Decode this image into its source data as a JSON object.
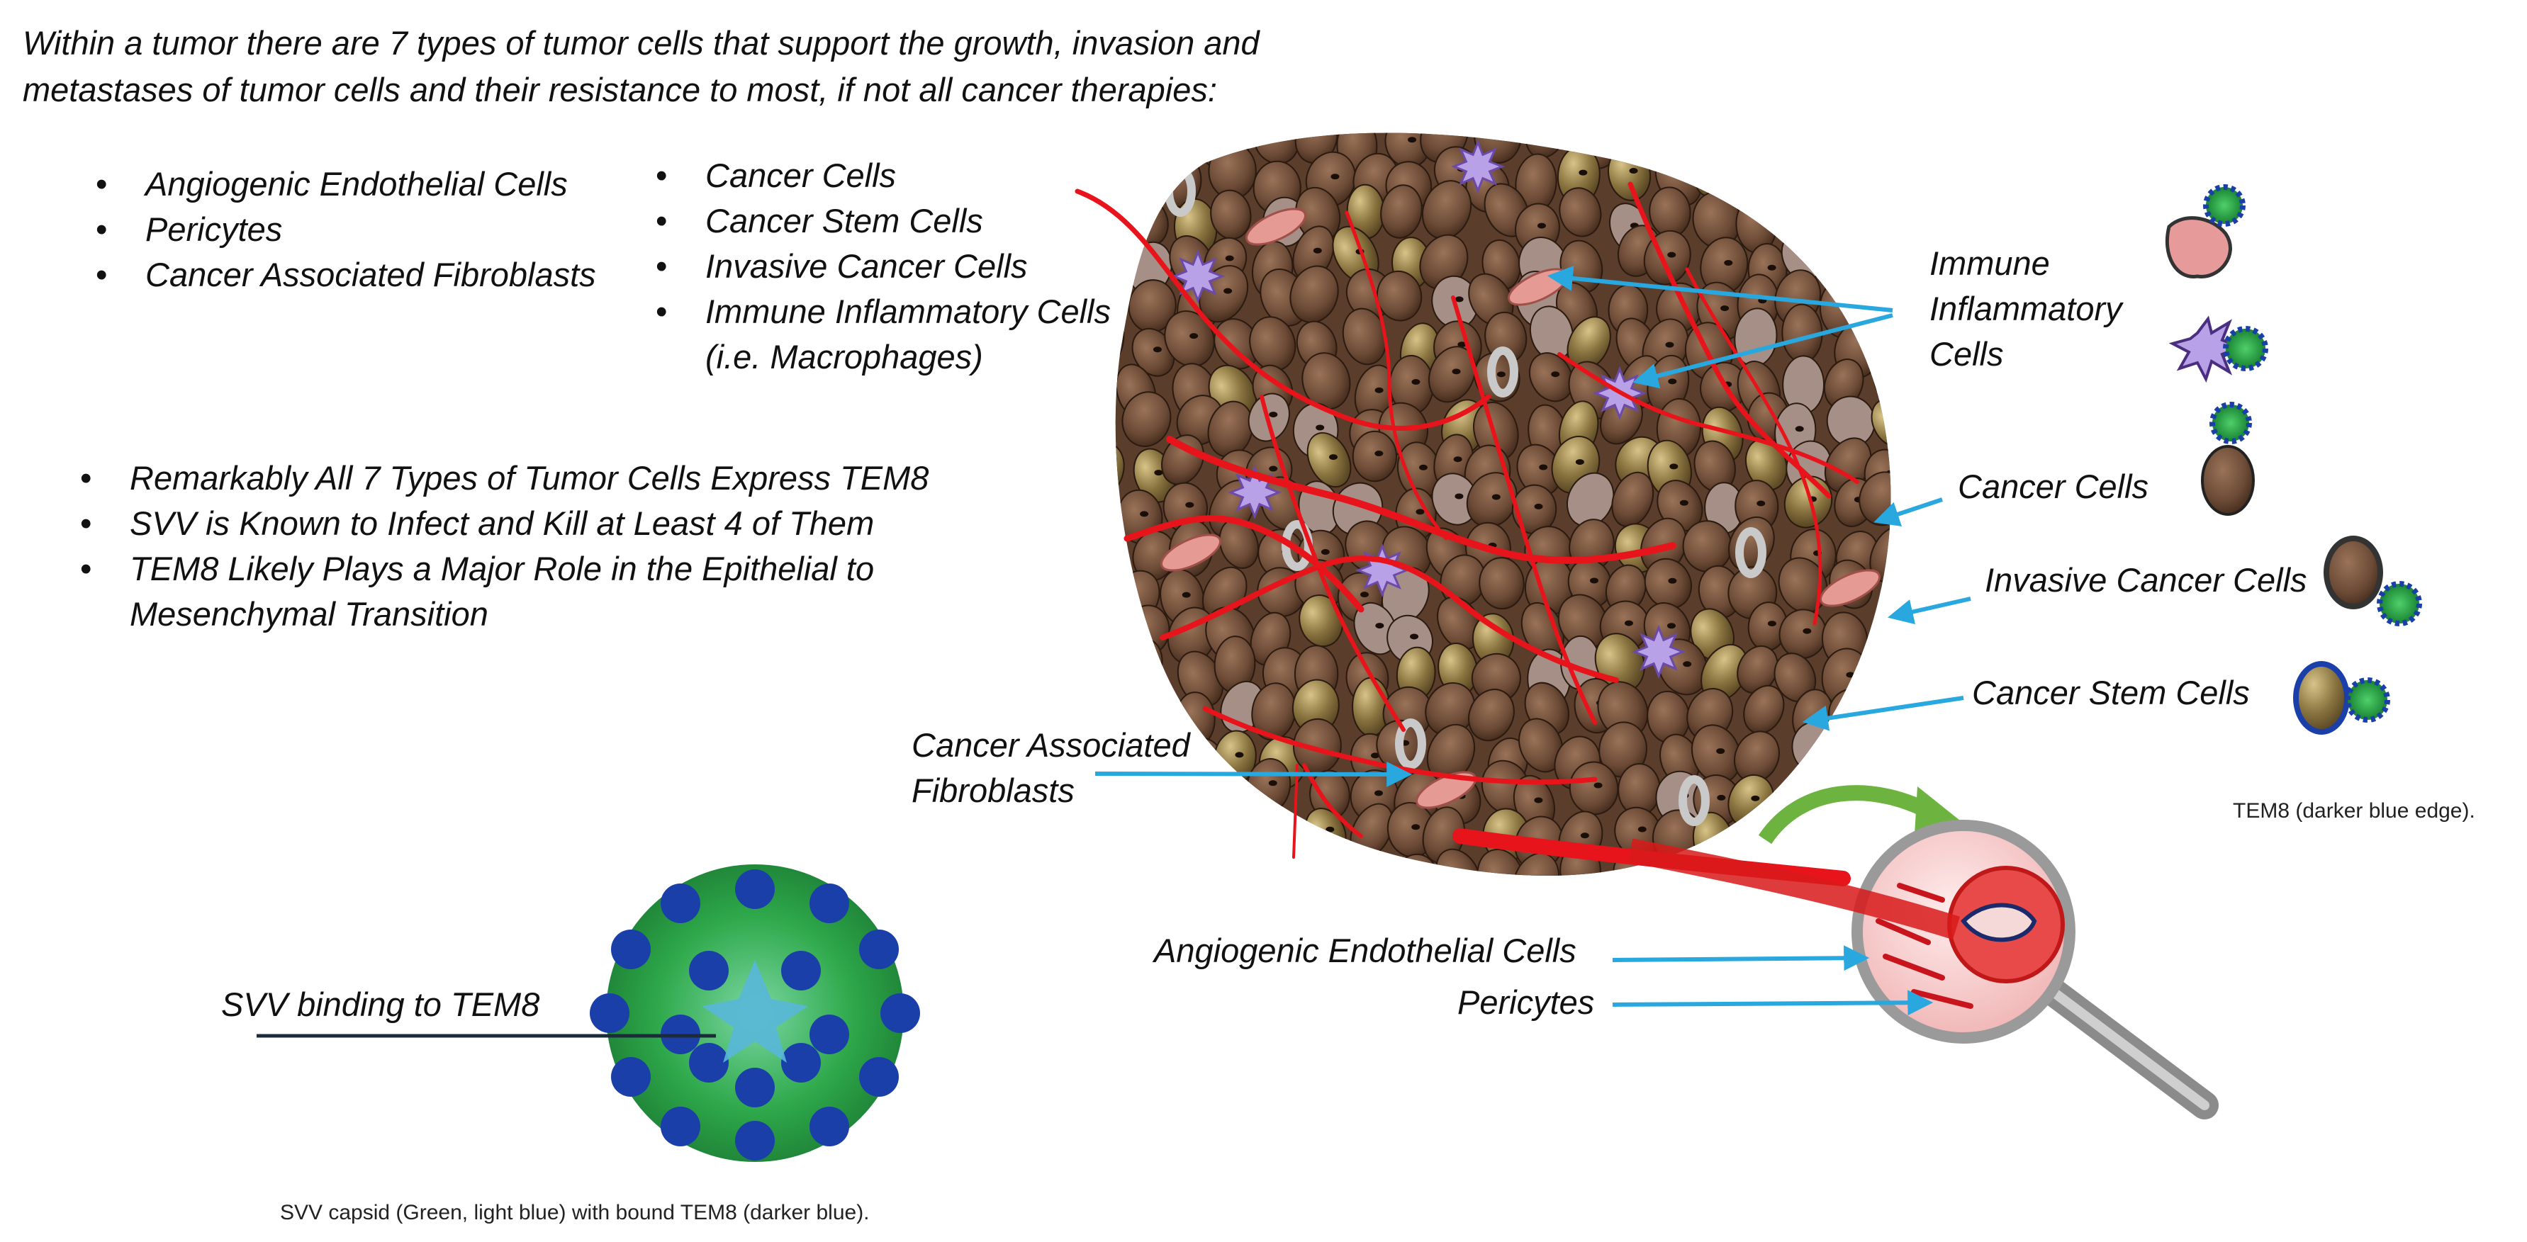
{
  "intro": {
    "line1": "Within a tumor there are 7 types of tumor cells that support the growth, invasion and",
    "line2": "metastases of tumor cells and their resistance to most, if not all cancer therapies:"
  },
  "list_left": [
    "Angiogenic Endothelial Cells",
    "Pericytes",
    "Cancer Associated Fibroblasts"
  ],
  "list_right": [
    "Cancer Cells",
    "Cancer Stem Cells",
    "Invasive Cancer Cells",
    "Immune Inflammatory Cells",
    "(i.e. Macrophages)"
  ],
  "list_bottom": [
    "Remarkably All 7 Types of Tumor Cells Express TEM8",
    "SVV is Known to Infect and Kill at Least 4 of Them",
    "TEM8 Likely Plays a Major Role in the Epithelial to",
    "Mesenchymal Transition"
  ],
  "bullet": "•",
  "labels": {
    "immune_1": "Immune",
    "immune_2": "Inflammatory",
    "immune_3": "Cells",
    "cancer_cells": "Cancer Cells",
    "invasive": "Invasive Cancer Cells",
    "stem": "Cancer Stem Cells",
    "caf_1": "Cancer Associated",
    "caf_2": "Fibroblasts",
    "angio": "Angiogenic Endothelial Cells",
    "pericytes": "Pericytes",
    "svv_binding": "SVV binding to TEM8"
  },
  "captions": {
    "tem8_edge": "TEM8 (darker blue edge).",
    "capsid": "SVV capsid (Green, light blue) with bound TEM8 (darker blue)."
  },
  "colors": {
    "arrow_blue": "#29a8e0",
    "vessel_red": "#e8141c",
    "cell_brown": "#6b4a36",
    "virus_green": "#1f9a3c",
    "tem8_blue": "#1b3fa8",
    "capsid_light": "#58b7d8",
    "curve_arrow_green": "#6db33f"
  }
}
